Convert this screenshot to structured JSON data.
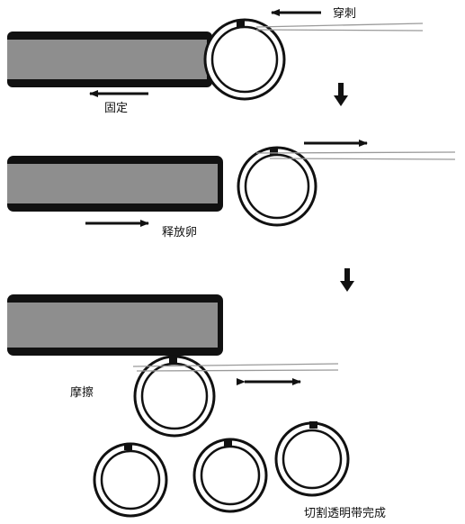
{
  "labels": {
    "puncture": "穿刺",
    "fix": "固定",
    "release_egg": "释放卵",
    "rub": "摩擦",
    "done": "切割透明带完成"
  },
  "colors": {
    "outline": "#111111",
    "pipette_fill": "#8e8e8e",
    "needle": "#9a9a9a",
    "background": "#ffffff"
  }
}
